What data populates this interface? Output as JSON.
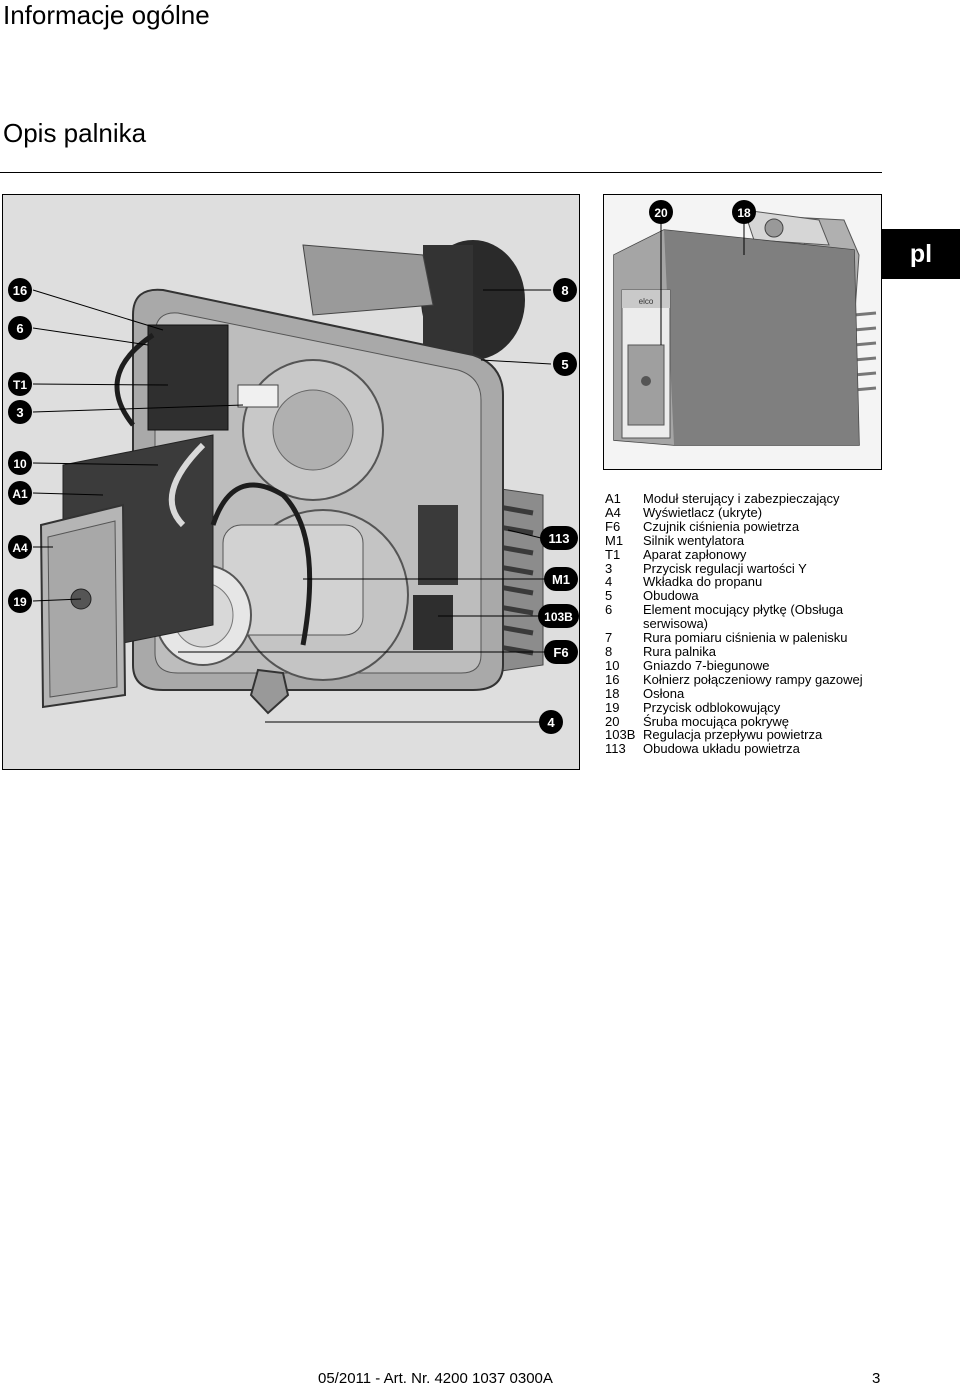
{
  "header": {
    "title": "Informacje ogólne",
    "subtitle": "Opis palnika"
  },
  "language_tab": "pl",
  "figure": {
    "callouts": [
      "16",
      "6",
      "T1",
      "3",
      "10",
      "A1",
      "A4",
      "19",
      "8",
      "5",
      "113",
      "M1",
      "103B",
      "F6",
      "4"
    ],
    "inset_callouts": [
      "20",
      "18"
    ],
    "inset_logo": "elco"
  },
  "legend": [
    {
      "code": "A1",
      "text": "Moduł sterujący i zabezpieczający"
    },
    {
      "code": "A4",
      "text": "Wyświetlacz  (ukryte)"
    },
    {
      "code": "F6",
      "text": "Czujnik ciśnienia powietrza"
    },
    {
      "code": "M1",
      "text": "Silnik wentylatora"
    },
    {
      "code": "T1",
      "text": "Aparat zapłonowy"
    },
    {
      "code": "3",
      "text": "Przycisk regulacji wartości Y"
    },
    {
      "code": "4",
      "text": "Wkładka do propanu"
    },
    {
      "code": "5",
      "text": "Obudowa"
    },
    {
      "code": "6",
      "text": "Element mocujący płytkę (Obsługa"
    },
    {
      "code": "",
      "text": "serwisowa)"
    },
    {
      "code": "7",
      "text": "Rura pomiaru ciśnienia w palenisku"
    },
    {
      "code": "8",
      "text": "Rura palnika"
    },
    {
      "code": "10",
      "text": "Gniazdo 7-biegunowe"
    },
    {
      "code": "16",
      "text": "Kołnierz połączeniowy rampy gazowej"
    },
    {
      "code": "18",
      "text": "Osłona"
    },
    {
      "code": "19",
      "text": "Przycisk odblokowujący"
    },
    {
      "code": "20",
      "text": "Śruba mocująca pokrywę"
    },
    {
      "code": "103B",
      "text": "Regulacja przepływu powietrza"
    },
    {
      "code": "113",
      "text": "Obudowa układu powietrza"
    }
  ],
  "footer": {
    "text": "05/2011 - Art. Nr. 4200 1037 0300A",
    "page_number": "3"
  }
}
